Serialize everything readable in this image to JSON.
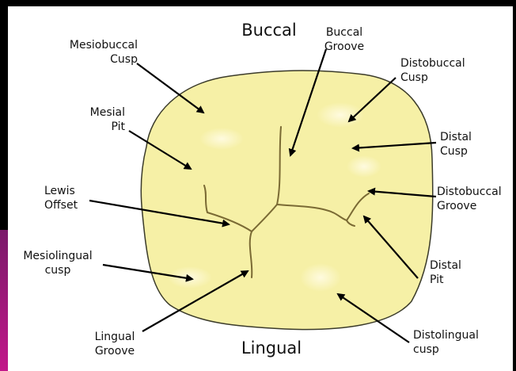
{
  "colors": {
    "tooth_fill": "#f6f0a6",
    "tooth_stroke": "#3b3b2a",
    "groove": "#7a6a34",
    "highlight": "#fffbe2",
    "background": "#000000",
    "accent": "#c2188a"
  },
  "surfaces": {
    "buccal": "Buccal",
    "lingual": "Lingual"
  },
  "labels": {
    "mesiobuccal_cusp": "Mesiobuccal\nCusp",
    "buccal_groove": "Buccal\nGroove",
    "distobuccal_cusp": "Distobuccal\nCusp",
    "mesial_pit": "Mesial\nPit",
    "distal_cusp": "Distal\nCusp",
    "lewis_offset": "Lewis\nOffset",
    "distobuccal_groove": "Distobuccal\nGroove",
    "mesiolingual_cusp": "Mesiolingual\ncusp",
    "distal_pit": "Distal\nPit",
    "lingual_groove": "Lingual\nGroove",
    "distolingual_cusp": "Distolingual\ncusp"
  }
}
